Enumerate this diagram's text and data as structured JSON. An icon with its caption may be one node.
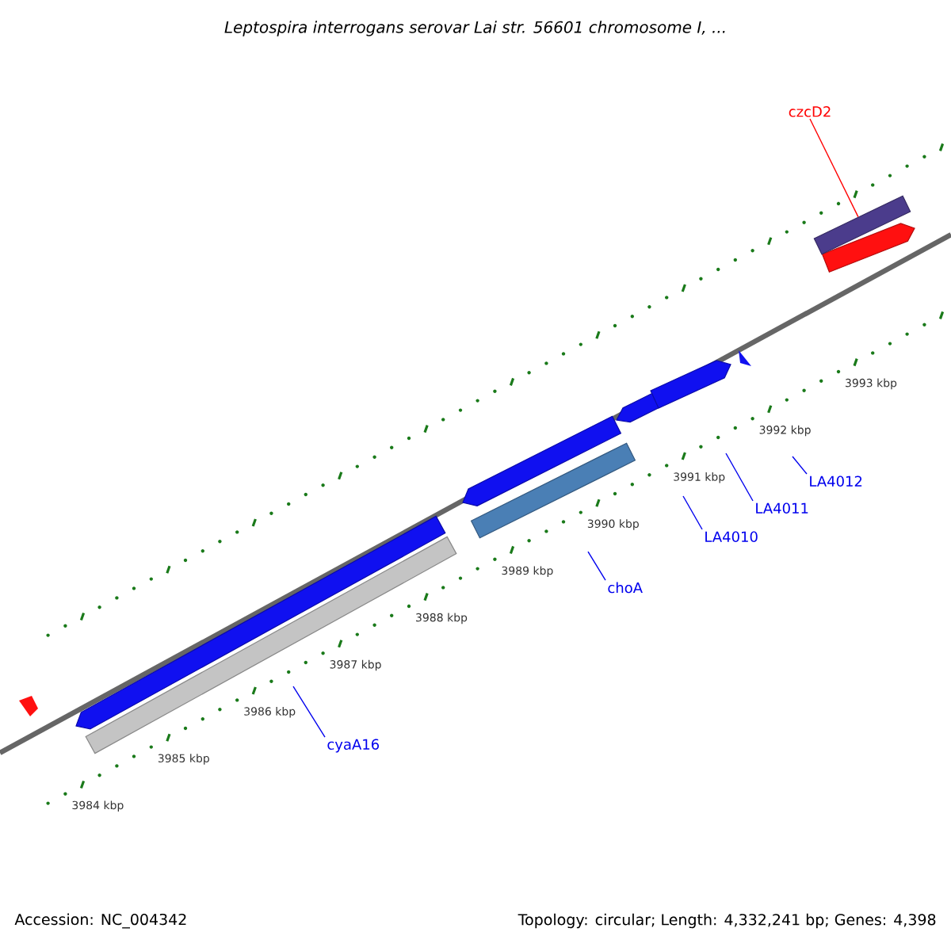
{
  "diagram": {
    "title": "Leptospira interrogans serovar Lai str. 56601 chromosome I, ...",
    "nodes": [
      {
        "text": [
          "czcD2"
        ]
      },
      {
        "text": [
          "LA4012"
        ]
      },
      {
        "text": [
          "LA4011"
        ]
      },
      {
        "text": [
          "LA4010"
        ]
      },
      {
        "text": [
          "choA"
        ]
      },
      {
        "text": [
          "cyaA16"
        ]
      },
      {
        "text": [],
        "shape": "bar"
      }
    ],
    "edges": [
      {
        "from": 0,
        "to": 6,
        "arrow": "none",
        "color": "#ff0000"
      },
      {
        "from": 1,
        "to": null,
        "arrow": "none"
      },
      {
        "from": 2,
        "to": null,
        "arrow": "none"
      },
      {
        "from": 3,
        "to": null,
        "arrow": "none"
      },
      {
        "from": 4,
        "to": null,
        "arrow": "none"
      },
      {
        "from": 5,
        "to": null,
        "arrow": "none"
      }
    ],
    "labels": [
      "3993 kbp",
      "3992 kbp",
      "3991 kbp",
      "3990 kbp",
      "3989 kbp",
      "3988 kbp",
      "3987 kbp",
      "3986 kbp",
      "3985 kbp",
      "3984 kbp",
      "Accession: NC_004342",
      "Topology: circular; Length: 4,332,241 bp; Genes: 4,398"
    ]
  }
}
